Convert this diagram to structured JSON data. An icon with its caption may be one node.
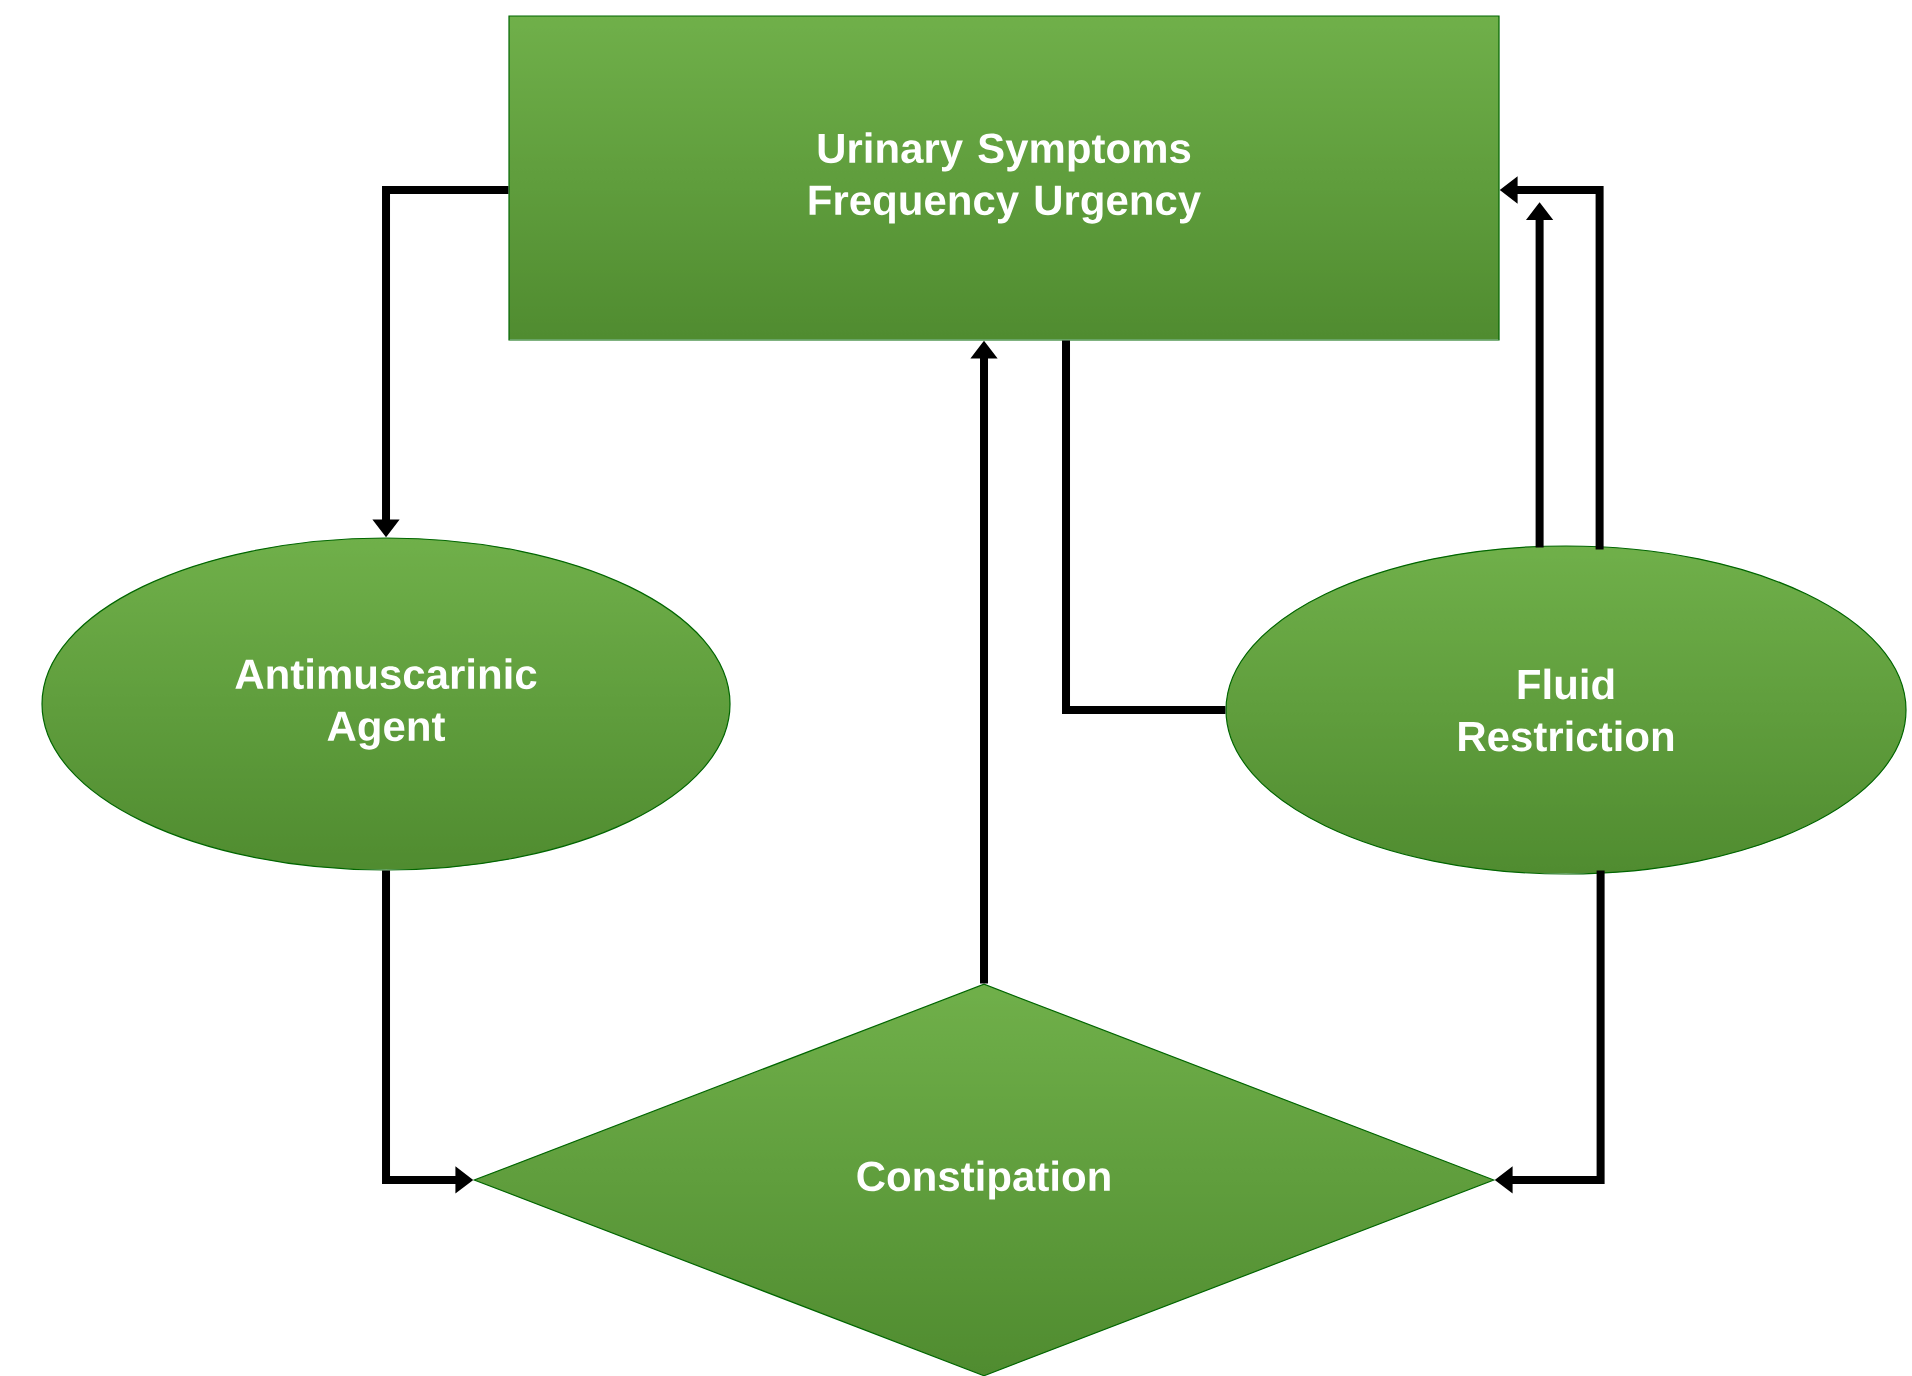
{
  "diagram": {
    "nodes": [
      {
        "text": [
          "Urinary Symptoms Frequency Urgency"
        ]
      },
      {
        "text": [
          "Antimuscarinic Agent"
        ]
      },
      {
        "text": [
          "Fluid Restriction"
        ]
      },
      {
        "text": [
          "Constipation"
        ]
      }
    ],
    "edges": [
      {
        "from": 0,
        "to": 1,
        "arrow": "to"
      },
      {
        "from": 1,
        "to": 3,
        "arrow": "to"
      },
      {
        "from": 3,
        "to": 0,
        "arrow": "to"
      },
      {
        "from": 0,
        "to": 2,
        "arrow": "none"
      },
      {
        "from": 2,
        "to": 0,
        "arrow": "to"
      },
      {
        "from": 2,
        "to": 0,
        "arrow": "to"
      },
      {
        "from": 2,
        "to": 3,
        "arrow": "to"
      }
    ]
  }
}
